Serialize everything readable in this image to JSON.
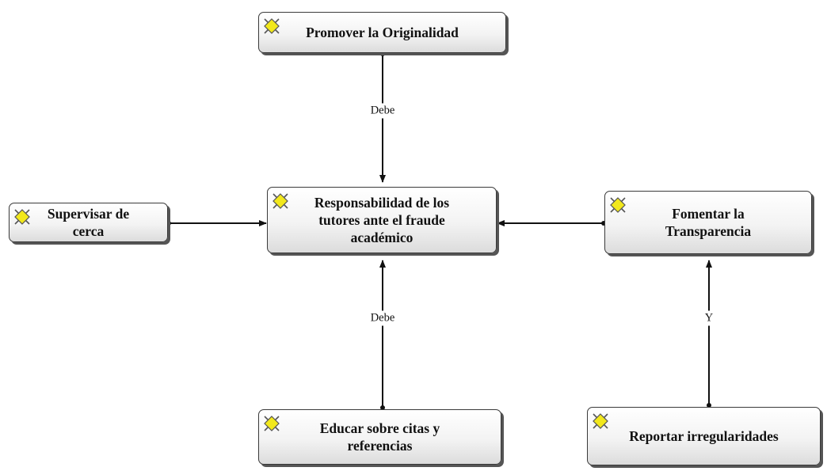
{
  "nodes": {
    "promover": {
      "label": "Promover la Originalidad",
      "icon": "concept-diamond-icon"
    },
    "central": {
      "label": "Responsabilidad de los\ntutores ante el fraude\nacadémico",
      "icon": "concept-diamond-icon"
    },
    "supervisar": {
      "label": "Supervisar de\ncerca",
      "icon": "concept-diamond-icon"
    },
    "fomentar": {
      "label": "Fomentar la\nTransparencia",
      "icon": "concept-diamond-icon"
    },
    "educar": {
      "label": "Educar sobre citas y\nreferencias",
      "icon": "concept-diamond-icon"
    },
    "reportar": {
      "label": "Reportar irregularidades",
      "icon": "concept-diamond-icon"
    }
  },
  "links": {
    "promover_central": "Debe",
    "educar_central": "Debe",
    "reportar_fomentar": "Y"
  }
}
